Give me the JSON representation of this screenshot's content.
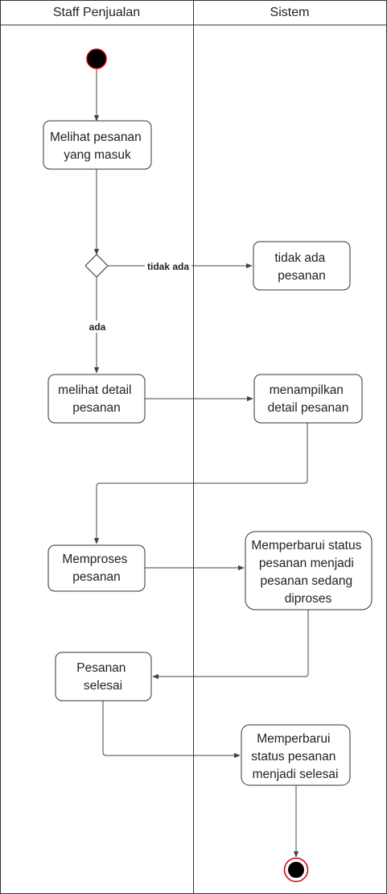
{
  "lanes": [
    {
      "title": "Staff Penjualan"
    },
    {
      "title": "Sistem"
    }
  ],
  "nodes": {
    "view_orders": {
      "lines": [
        "Melihat pesanan",
        "yang masuk"
      ]
    },
    "no_orders": {
      "lines": [
        "tidak ada",
        "pesanan"
      ]
    },
    "view_detail": {
      "lines": [
        "melihat detail",
        "pesanan"
      ]
    },
    "show_detail": {
      "lines": [
        "menampilkan",
        "detail pesanan"
      ]
    },
    "process_order": {
      "lines": [
        "Memproses",
        "pesanan"
      ]
    },
    "update_processing": {
      "lines": [
        "Memperbarui status",
        "pesanan menjadi",
        "pesanan sedang",
        "diproses"
      ]
    },
    "order_done": {
      "lines": [
        "Pesanan",
        "selesai"
      ]
    },
    "update_done": {
      "lines": [
        "Memperbarui",
        "status pesanan",
        "menjadi selesai"
      ]
    }
  },
  "edges": {
    "no_label": "tidak ada",
    "yes_label": "ada"
  },
  "colors": {
    "start_fill": "#000000",
    "start_stroke": "#cc0000",
    "end_ring": "#cc0000",
    "line": "#444444"
  }
}
